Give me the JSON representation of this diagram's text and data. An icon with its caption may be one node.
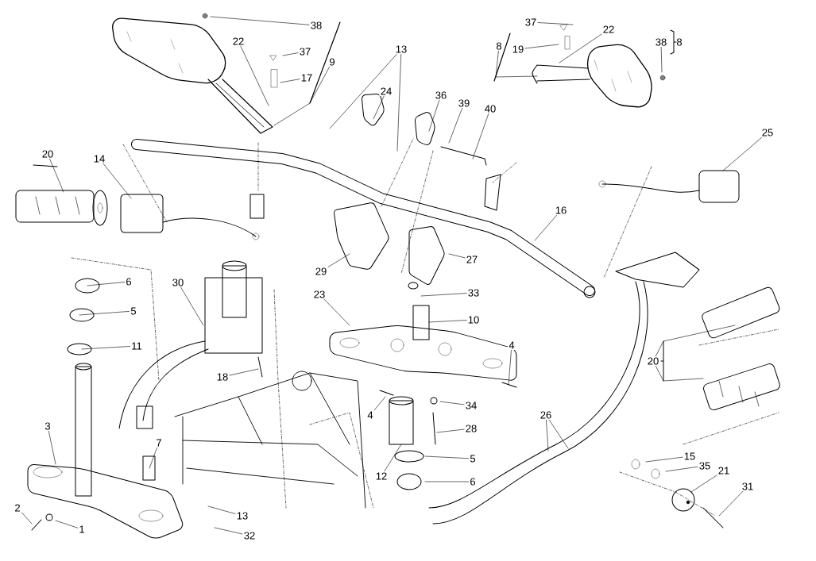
{
  "diagram": {
    "nodes": [
      {
        "text": [
          "38"
        ]
      },
      {
        "text": [
          "22"
        ]
      },
      {
        "text": [
          "37"
        ]
      },
      {
        "text": [
          "17"
        ]
      },
      {
        "text": [
          "9"
        ]
      },
      {
        "text": [
          "13"
        ]
      },
      {
        "text": [
          "24"
        ]
      },
      {
        "text": [
          "36"
        ]
      },
      {
        "text": [
          "39"
        ]
      },
      {
        "text": [
          "40"
        ]
      },
      {
        "text": [
          "8"
        ]
      },
      {
        "text": [
          "37"
        ]
      },
      {
        "text": [
          "19"
        ]
      },
      {
        "text": [
          "22"
        ]
      },
      {
        "text": [
          "38"
        ]
      },
      {
        "text": [
          "20"
        ]
      },
      {
        "text": [
          "14"
        ]
      },
      {
        "text": [
          "25"
        ]
      },
      {
        "text": [
          "16"
        ]
      },
      {
        "text": [
          "29"
        ]
      },
      {
        "text": [
          "27"
        ]
      },
      {
        "text": [
          "6"
        ]
      },
      {
        "text": [
          "5"
        ]
      },
      {
        "text": [
          "11"
        ]
      },
      {
        "text": [
          "30"
        ]
      },
      {
        "text": [
          "33"
        ]
      },
      {
        "text": [
          "10"
        ]
      },
      {
        "text": [
          "23"
        ]
      },
      {
        "text": [
          "4"
        ]
      },
      {
        "text": [
          "18"
        ]
      },
      {
        "text": [
          "4"
        ]
      },
      {
        "text": [
          "34"
        ]
      },
      {
        "text": [
          "28"
        ]
      },
      {
        "text": [
          "12"
        ]
      },
      {
        "text": [
          "5"
        ]
      },
      {
        "text": [
          "6"
        ]
      },
      {
        "text": [
          "26"
        ]
      },
      {
        "text": [
          "20"
        ]
      },
      {
        "text": [
          "15"
        ]
      },
      {
        "text": [
          "35"
        ]
      },
      {
        "text": [
          "21"
        ]
      },
      {
        "text": [
          "31"
        ]
      },
      {
        "text": [
          "3"
        ]
      },
      {
        "text": [
          "7"
        ]
      },
      {
        "text": [
          "2"
        ]
      },
      {
        "text": [
          "1"
        ]
      },
      {
        "text": [
          "13"
        ]
      },
      {
        "text": [
          "32"
        ]
      }
    ],
    "edges": [
      {
        "from": 0,
        "to": null,
        "arrow": "none"
      },
      {
        "from": 1,
        "to": null,
        "arrow": "none"
      },
      {
        "from": 2,
        "to": null,
        "arrow": "none"
      },
      {
        "from": 3,
        "to": null,
        "arrow": "none"
      },
      {
        "from": 4,
        "to": null,
        "arrow": "none"
      },
      {
        "from": 5,
        "to": null,
        "arrow": "none"
      },
      {
        "from": 5,
        "to": null,
        "arrow": "none"
      },
      {
        "from": 6,
        "to": null,
        "arrow": "none"
      },
      {
        "from": 7,
        "to": null,
        "arrow": "none"
      },
      {
        "from": 8,
        "to": null,
        "arrow": "none"
      },
      {
        "from": 9,
        "to": null,
        "arrow": "none"
      },
      {
        "from": 10,
        "to": null,
        "arrow": "none"
      },
      {
        "from": 11,
        "to": null,
        "arrow": "none"
      },
      {
        "from": 12,
        "to": null,
        "arrow": "none"
      },
      {
        "from": 13,
        "to": null,
        "arrow": "none"
      },
      {
        "from": 14,
        "to": null,
        "arrow": "none"
      },
      {
        "from": 15,
        "to": null,
        "arrow": "none"
      },
      {
        "from": 16,
        "to": null,
        "arrow": "none"
      },
      {
        "from": 17,
        "to": null,
        "arrow": "none"
      },
      {
        "from": 18,
        "to": null,
        "arrow": "none"
      },
      {
        "from": 19,
        "to": null,
        "arrow": "none"
      },
      {
        "from": 20,
        "to": null,
        "arrow": "none"
      },
      {
        "from": 21,
        "to": null,
        "arrow": "none"
      },
      {
        "from": 22,
        "to": null,
        "arrow": "none"
      },
      {
        "from": 23,
        "to": null,
        "arrow": "none"
      },
      {
        "from": 24,
        "to": null,
        "arrow": "none"
      },
      {
        "from": 25,
        "to": null,
        "arrow": "none"
      },
      {
        "from": 26,
        "to": null,
        "arrow": "none"
      },
      {
        "from": 27,
        "to": null,
        "arrow": "none"
      },
      {
        "from": 28,
        "to": null,
        "arrow": "none"
      },
      {
        "from": 29,
        "to": null,
        "arrow": "none"
      },
      {
        "from": 30,
        "to": null,
        "arrow": "none"
      },
      {
        "from": 31,
        "to": null,
        "arrow": "none"
      },
      {
        "from": 32,
        "to": null,
        "arrow": "none"
      },
      {
        "from": 33,
        "to": null,
        "arrow": "none"
      },
      {
        "from": 34,
        "to": null,
        "arrow": "none"
      },
      {
        "from": 35,
        "to": null,
        "arrow": "none"
      },
      {
        "from": 36,
        "to": null,
        "arrow": "none"
      },
      {
        "from": 36,
        "to": null,
        "arrow": "none"
      },
      {
        "from": 37,
        "to": null,
        "arrow": "none"
      },
      {
        "from": 37,
        "to": null,
        "arrow": "none"
      },
      {
        "from": 38,
        "to": null,
        "arrow": "none"
      },
      {
        "from": 39,
        "to": null,
        "arrow": "none"
      },
      {
        "from": 40,
        "to": null,
        "arrow": "none"
      },
      {
        "from": 41,
        "to": null,
        "arrow": "none"
      },
      {
        "from": 42,
        "to": null,
        "arrow": "none"
      },
      {
        "from": 43,
        "to": null,
        "arrow": "none"
      },
      {
        "from": 44,
        "to": null,
        "arrow": "none"
      },
      {
        "from": 45,
        "to": null,
        "arrow": "none"
      },
      {
        "from": 46,
        "to": null,
        "arrow": "none"
      },
      {
        "from": 47,
        "to": null,
        "arrow": "none"
      }
    ],
    "labels": [
      "8"
    ]
  }
}
